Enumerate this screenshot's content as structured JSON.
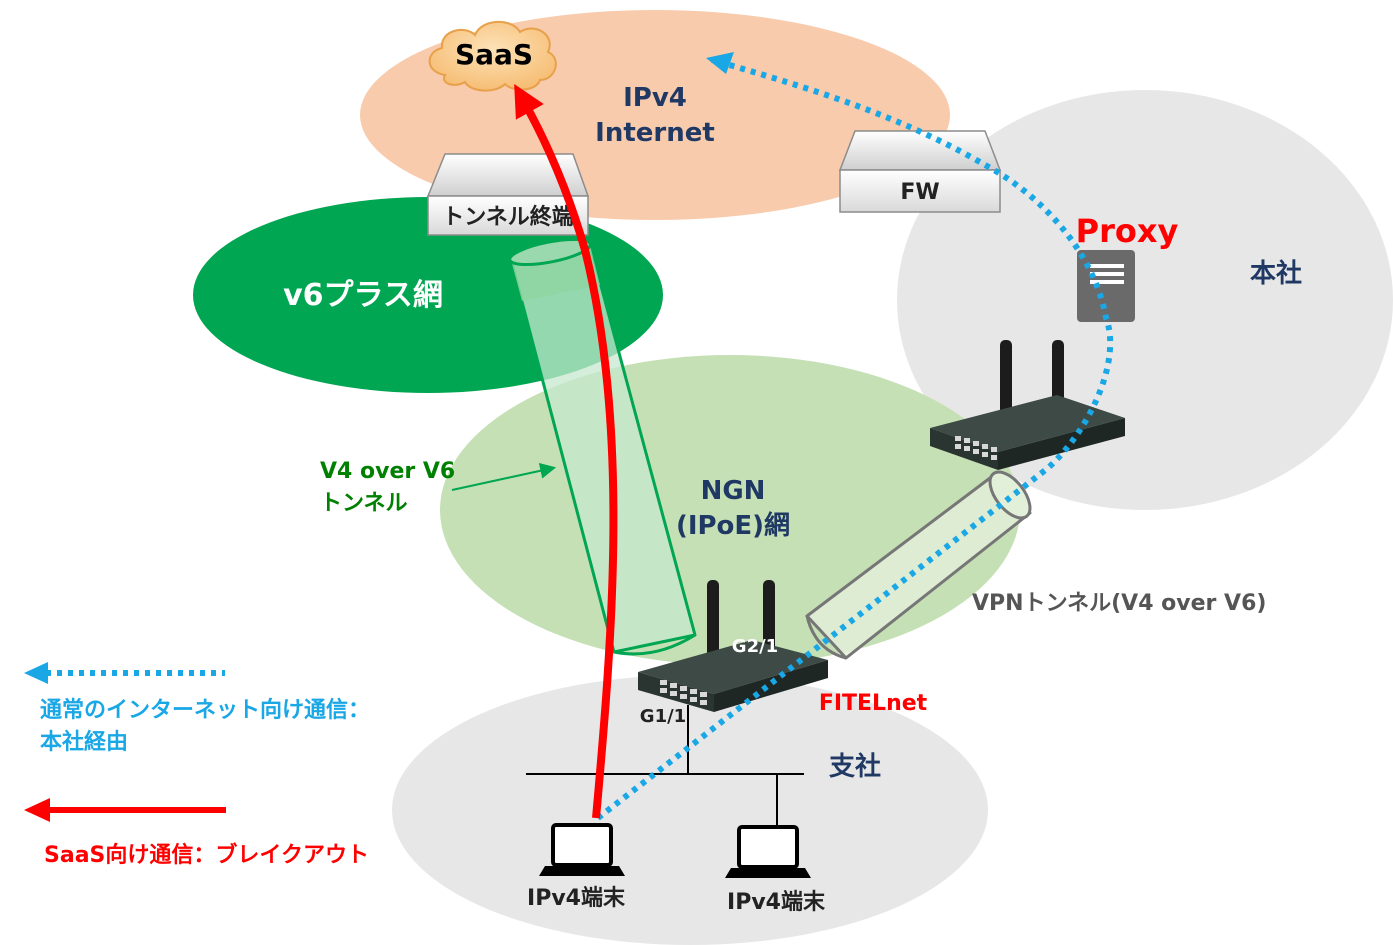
{
  "labels": {
    "saas": "SaaS",
    "ipv4_internet_line1": "IPv4",
    "ipv4_internet_line2": "Internet",
    "tunnel_termination": "トンネル終端",
    "fw": "FW",
    "proxy": "Proxy",
    "headquarters": "本社",
    "v6plus": "v6プラス網",
    "ngn_line1": "NGN",
    "ngn_line2": "(IPoE)網",
    "v4_over_v6_line1": "V4 over V6",
    "v4_over_v6_line2": "トンネル",
    "vpn_tunnel": "VPNトンネル(V4 over V6)",
    "g2_1": "G2/1",
    "g1_1": "G1/1",
    "fitelnet": "FITELnet",
    "branch": "支社",
    "terminal_1": "IPv4端末",
    "terminal_2": "IPv4端末"
  },
  "legend": {
    "normal_line1": "通常のインターネット向け通信：",
    "normal_line2": "本社経由",
    "saas_breakout": "SaaS向け通信：ブレイクアウト"
  },
  "colors": {
    "internet_zone": "#f8cbad",
    "hq_zone": "#e7e7e7",
    "v6plus_zone": "#00a651",
    "ngn_zone": "#c5e0b4",
    "tunnel_green": "#00a651",
    "breakout_red": "#ff0000",
    "normal_blue": "#19a7e6",
    "navy_text": "#1f3864",
    "router_body": "#2e3a36"
  },
  "icons": [
    "cloud-icon",
    "box-icon",
    "server-icon",
    "router-icon",
    "laptop-icon",
    "arrow-icon"
  ]
}
